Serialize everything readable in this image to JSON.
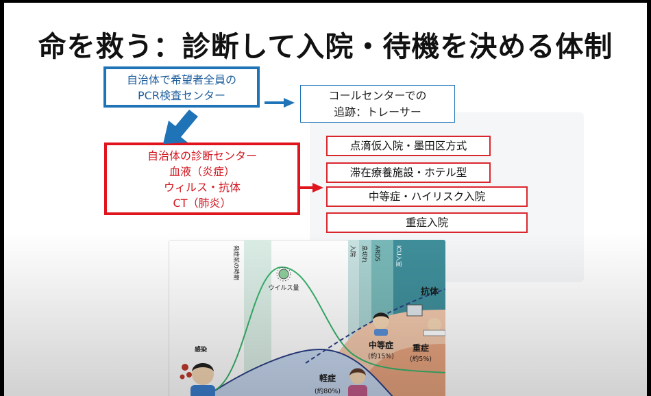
{
  "title": "命を救う：診断して入院・待機を決める体制",
  "pcr_box": {
    "lines": [
      "自治体で希望者全員の",
      "PCR検査センター"
    ]
  },
  "call_box": {
    "lines": [
      "コールセンターでの",
      "追跡：トレーサー"
    ]
  },
  "diag_box": {
    "lines": [
      "自治体の診断センター",
      "血液（炎症）",
      "ウィルス・抗体",
      "CT（肺炎）"
    ]
  },
  "options": [
    "点滴仮入院・墨田区方式",
    "滞在療養施設・ホテル型",
    "中等症・ハイリスク入院",
    "重症入院"
  ],
  "graph": {
    "phase_labels": [
      "発症前の時期",
      "入院",
      "息切れ",
      "ARDS",
      "ICU入室"
    ],
    "labels": {
      "virus": "ウイルス量",
      "infection": "感染",
      "antibody": "抗体",
      "moderate": "中等症",
      "moderate_pct": "(約15%)",
      "severe": "重症",
      "severe_pct": "(約5%)",
      "mild": "軽症",
      "mild_pct": "(約80%)"
    }
  },
  "colors": {
    "blue": "#1f73b7",
    "red": "#e0141c",
    "graph_bg": "#3f8f9b",
    "green_curve": "#37b36b",
    "salmon": "#e7a47f",
    "dark_blue_curve": "#2a3f85"
  }
}
